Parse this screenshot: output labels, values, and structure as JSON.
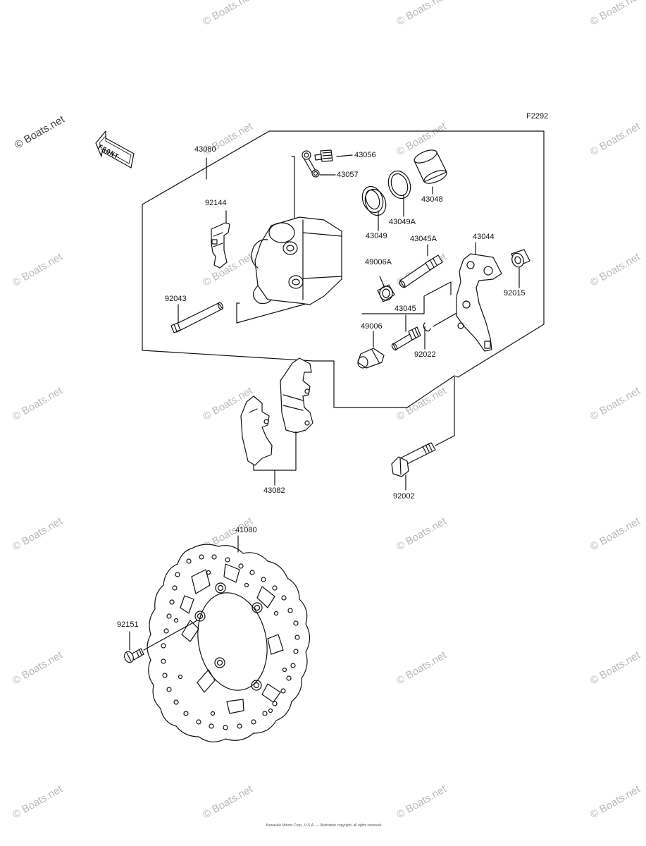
{
  "diagram": {
    "code": "F2292",
    "front_label": "FRONT",
    "copyright": "Kawasaki Motors Corp., U.S.A. — Illustration copyright, all rights reserved."
  },
  "watermark": {
    "text": "© Boats.net",
    "primary_text": "© Boats.net"
  },
  "parts": {
    "p43080": "43080",
    "p43056": "43056",
    "p43057": "43057",
    "p43048": "43048",
    "p92144": "92144",
    "p43049A": "43049A",
    "p43049": "43049",
    "p43045A": "43045A",
    "p43044": "43044",
    "p49006A": "49006A",
    "p92015": "92015",
    "p92043": "92043",
    "p43045": "43045",
    "p49006": "49006",
    "p92022": "92022",
    "p43082": "43082",
    "p92002": "92002",
    "p41080": "41080",
    "p92151": "92151"
  }
}
